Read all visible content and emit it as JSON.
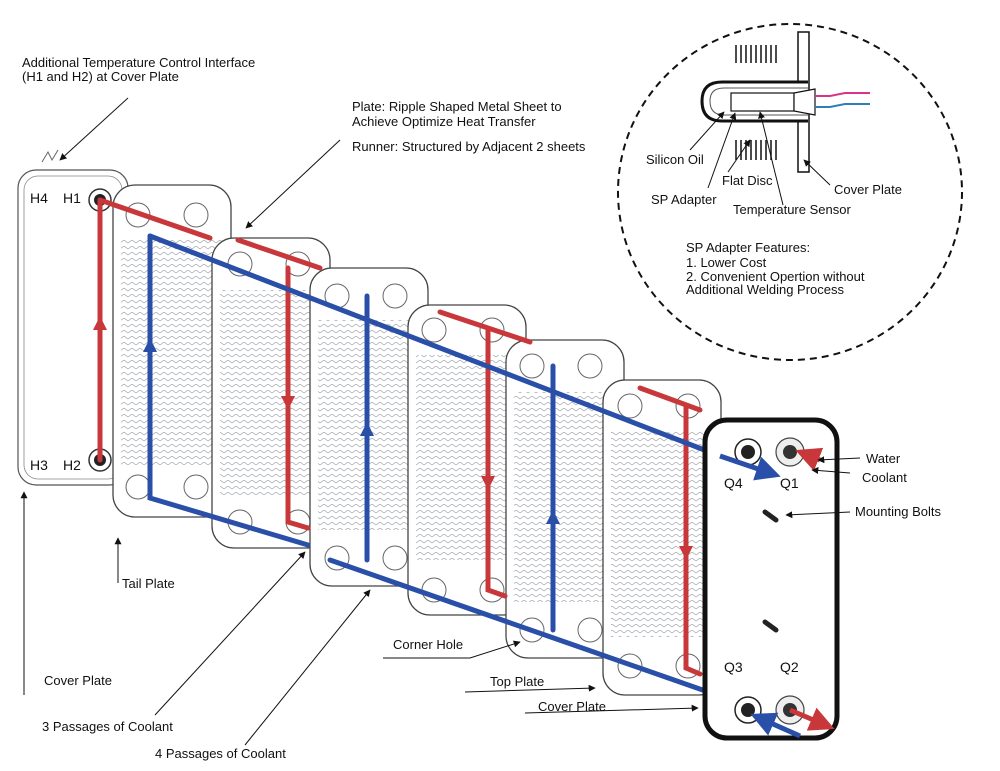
{
  "annotations": {
    "temp_interface_line1": "Additional Temperature Control Interface",
    "temp_interface_line2": "(H1 and H2) at Cover Plate",
    "plate_line1": "Plate: Ripple Shaped Metal Sheet to",
    "plate_line2": "Achieve Optimize Heat Transfer",
    "runner": "Runner: Structured by Adjacent 2 sheets",
    "tail_plate": "Tail Plate",
    "cover_plate_left": "Cover Plate",
    "passages_3": "3 Passages of Coolant",
    "passages_4": "4 Passages of Coolant",
    "corner_hole": "Corner Hole",
    "top_plate": "Top Plate",
    "cover_plate_bottom": "Cover Plate",
    "water": "Water",
    "coolant": "Coolant",
    "mounting_bolts": "Mounting Bolts"
  },
  "ports": {
    "h1": "H1",
    "h2": "H2",
    "h3": "H3",
    "h4": "H4",
    "q1": "Q1",
    "q2": "Q2",
    "q3": "Q3",
    "q4": "Q4"
  },
  "inset": {
    "silicon_oil": "Silicon Oil",
    "flat_disc": "Flat Disc",
    "cover_plate": "Cover Plate",
    "sp_adapter": "SP Adapter",
    "temperature_sensor": "Temperature Sensor",
    "features_title": "SP Adapter Features:",
    "feature_1": "1. Lower Cost",
    "feature_2_line1": "2. Convenient Opertion without",
    "feature_2_line2": "Additional Welding Process"
  },
  "colors": {
    "red_flow": "#c8383a",
    "blue_flow": "#2a4fa8",
    "wire_pink": "#d8358a",
    "wire_blue": "#2d7fb8",
    "outline": "#111111"
  }
}
